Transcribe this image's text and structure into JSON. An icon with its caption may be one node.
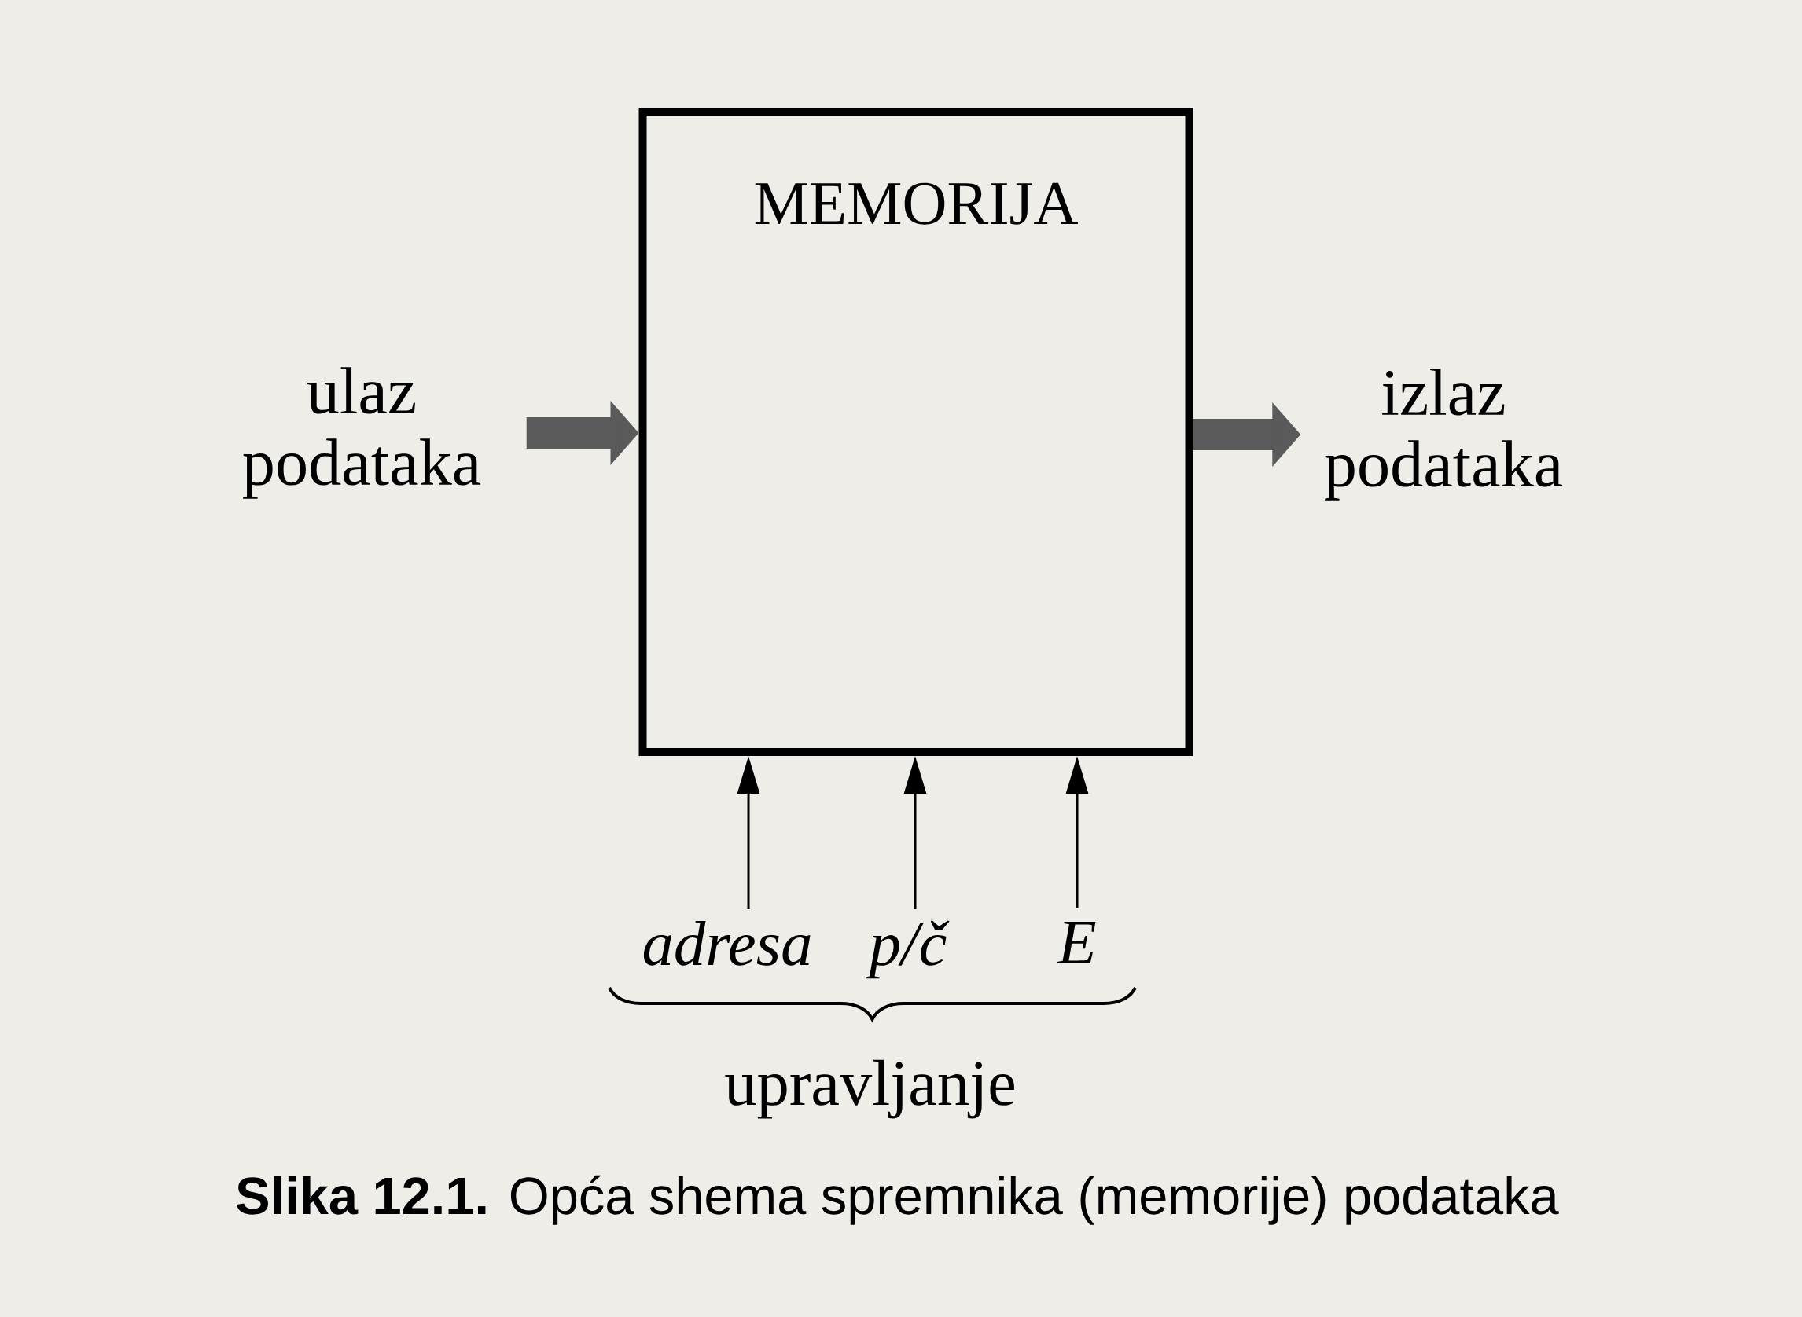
{
  "diagram": {
    "caption": "**Slika 12.1.** Opća shema spremnika (memorije) podataka",
    "nodes": [
      {
        "text": [
          "MEMORIJA"
        ]
      },
      {
        "text": [
          "ulaz podataka"
        ]
      },
      {
        "text": [
          "izlaz podataka"
        ]
      },
      {
        "text": [
          "adresa"
        ]
      },
      {
        "text": [
          "p/č"
        ]
      },
      {
        "text": [
          "E"
        ]
      }
    ],
    "edges": [
      {
        "from": 1,
        "to": 0,
        "arrow": "to",
        "style": "thick",
        "color": "#5a5a5a"
      },
      {
        "from": 0,
        "to": 2,
        "arrow": "to",
        "style": "thick",
        "color": "#5a5a5a"
      },
      {
        "from": 3,
        "to": 0,
        "arrow": "to"
      },
      {
        "from": 4,
        "to": 0,
        "arrow": "to"
      },
      {
        "from": 5,
        "to": 0,
        "arrow": "to"
      }
    ],
    "labels": [
      "upravljanje"
    ]
  }
}
